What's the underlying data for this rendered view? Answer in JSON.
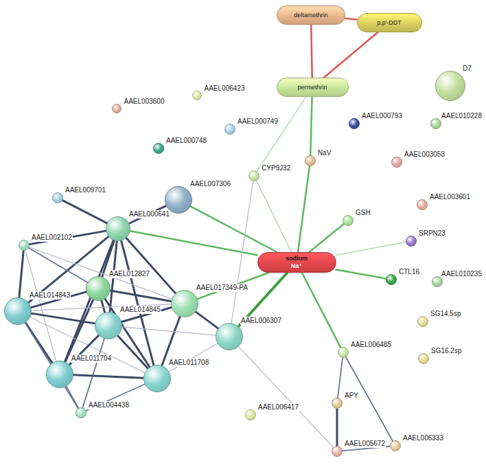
{
  "diagram": {
    "nodes": [
      {
        "text": [
          "deltamethrin"
        ]
      },
      {
        "text": [
          "p,p'-DDT"
        ]
      },
      {
        "text": [
          "permethrin"
        ]
      },
      {
        "text": [
          "D7"
        ]
      },
      {
        "text": [
          "AAEL006423"
        ]
      },
      {
        "text": [
          "AAEL003600"
        ]
      },
      {
        "text": [
          "AAEL000749"
        ]
      },
      {
        "text": [
          "AAEL000793"
        ]
      },
      {
        "text": [
          "AAEL010228"
        ]
      },
      {
        "text": [
          "AAEL000748"
        ]
      },
      {
        "text": [
          "NaV"
        ]
      },
      {
        "text": [
          "AAEL003053"
        ]
      },
      {
        "text": [
          "CYP9J32"
        ]
      },
      {
        "text": [
          "AAEL009701"
        ]
      },
      {
        "text": [
          "AAEL007306"
        ]
      },
      {
        "text": [
          "AAEL003601"
        ]
      },
      {
        "text": [
          "GSH"
        ]
      },
      {
        "text": [
          "SRPN23"
        ]
      },
      {
        "text": [
          "AAEL000641"
        ]
      },
      {
        "text": [
          "AAEL002102"
        ]
      },
      {
        "text": [
          "sodium",
          "Na⁺"
        ]
      },
      {
        "text": [
          "AAEL012827"
        ]
      },
      {
        "text": [
          "CTL16"
        ]
      },
      {
        "text": [
          "AAEL014843"
        ]
      },
      {
        "text": [
          "AAEL017349-PA"
        ]
      },
      {
        "text": [
          "AAEL010235"
        ]
      },
      {
        "text": [
          "AAEL014845"
        ]
      },
      {
        "text": [
          "AAEL006307"
        ]
      },
      {
        "text": [
          "SG14.5sp"
        ]
      },
      {
        "text": [
          "AAEL006485"
        ]
      },
      {
        "text": [
          "SG16.2sp"
        ]
      },
      {
        "text": [
          "AAEL011704"
        ]
      },
      {
        "text": [
          "AAEL011708"
        ]
      },
      {
        "text": [
          "APY"
        ]
      },
      {
        "text": [
          "AAEL004438"
        ]
      },
      {
        "text": [
          "AAEL006417"
        ]
      },
      {
        "text": [
          "AAEL006333"
        ]
      },
      {
        "text": [
          "AAEL005672"
        ]
      }
    ],
    "edges": [
      {
        "from": 0,
        "to": 1,
        "arrow": "none"
      },
      {
        "from": 0,
        "to": 2,
        "arrow": "none"
      },
      {
        "from": 1,
        "to": 2,
        "arrow": "none"
      },
      {
        "from": 2,
        "to": 12,
        "arrow": "none"
      },
      {
        "from": 2,
        "to": 10,
        "arrow": "none"
      },
      {
        "from": 10,
        "to": 20,
        "arrow": "none"
      },
      {
        "from": 12,
        "to": 20,
        "arrow": "none"
      },
      {
        "from": 16,
        "to": 20,
        "arrow": "none"
      },
      {
        "from": 17,
        "to": 20,
        "arrow": "none"
      },
      {
        "from": 22,
        "to": 20,
        "arrow": "none"
      },
      {
        "from": 29,
        "to": 20,
        "arrow": "none"
      },
      {
        "from": 27,
        "to": 20,
        "arrow": "none"
      },
      {
        "from": 24,
        "to": 20,
        "arrow": "none"
      },
      {
        "from": 18,
        "to": 20,
        "arrow": "none"
      },
      {
        "from": 14,
        "to": 20,
        "arrow": "none"
      },
      {
        "from": 12,
        "to": 27,
        "arrow": "none"
      },
      {
        "from": 27,
        "to": 37,
        "arrow": "none"
      },
      {
        "from": 29,
        "to": 33,
        "arrow": "none"
      },
      {
        "from": 29,
        "to": 36,
        "arrow": "none"
      },
      {
        "from": 33,
        "to": 37,
        "arrow": "none"
      },
      {
        "from": 37,
        "to": 36,
        "arrow": "none"
      },
      {
        "from": 18,
        "to": 13,
        "arrow": "none"
      },
      {
        "from": 18,
        "to": 14,
        "arrow": "none"
      },
      {
        "from": 18,
        "to": 19,
        "arrow": "none"
      },
      {
        "from": 18,
        "to": 21,
        "arrow": "none"
      },
      {
        "from": 18,
        "to": 23,
        "arrow": "none"
      },
      {
        "from": 18,
        "to": 26,
        "arrow": "none"
      },
      {
        "from": 18,
        "to": 31,
        "arrow": "none"
      },
      {
        "from": 18,
        "to": 32,
        "arrow": "none"
      },
      {
        "from": 18,
        "to": 24,
        "arrow": "none"
      },
      {
        "from": 19,
        "to": 23,
        "arrow": "none"
      },
      {
        "from": 19,
        "to": 21,
        "arrow": "none"
      },
      {
        "from": 19,
        "to": 31,
        "arrow": "none"
      },
      {
        "from": 19,
        "to": 24,
        "arrow": "none"
      },
      {
        "from": 21,
        "to": 23,
        "arrow": "none"
      },
      {
        "from": 21,
        "to": 26,
        "arrow": "none"
      },
      {
        "from": 21,
        "to": 24,
        "arrow": "none"
      },
      {
        "from": 21,
        "to": 31,
        "arrow": "none"
      },
      {
        "from": 21,
        "to": 32,
        "arrow": "none"
      },
      {
        "from": 23,
        "to": 26,
        "arrow": "none"
      },
      {
        "from": 23,
        "to": 31,
        "arrow": "none"
      },
      {
        "from": 23,
        "to": 32,
        "arrow": "none"
      },
      {
        "from": 23,
        "to": 34,
        "arrow": "none"
      },
      {
        "from": 26,
        "to": 24,
        "arrow": "none"
      },
      {
        "from": 26,
        "to": 31,
        "arrow": "none"
      },
      {
        "from": 26,
        "to": 32,
        "arrow": "none"
      },
      {
        "from": 26,
        "to": 34,
        "arrow": "none"
      },
      {
        "from": 31,
        "to": 34,
        "arrow": "none"
      },
      {
        "from": 31,
        "to": 32,
        "arrow": "none"
      },
      {
        "from": 32,
        "to": 34,
        "arrow": "none"
      },
      {
        "from": 32,
        "to": 24,
        "arrow": "none"
      },
      {
        "from": 24,
        "to": 27,
        "arrow": "none"
      },
      {
        "from": 23,
        "to": 24,
        "arrow": "none"
      },
      {
        "from": 26,
        "to": 27,
        "arrow": "none"
      },
      {
        "from": 32,
        "to": 27,
        "arrow": "none"
      }
    ]
  }
}
